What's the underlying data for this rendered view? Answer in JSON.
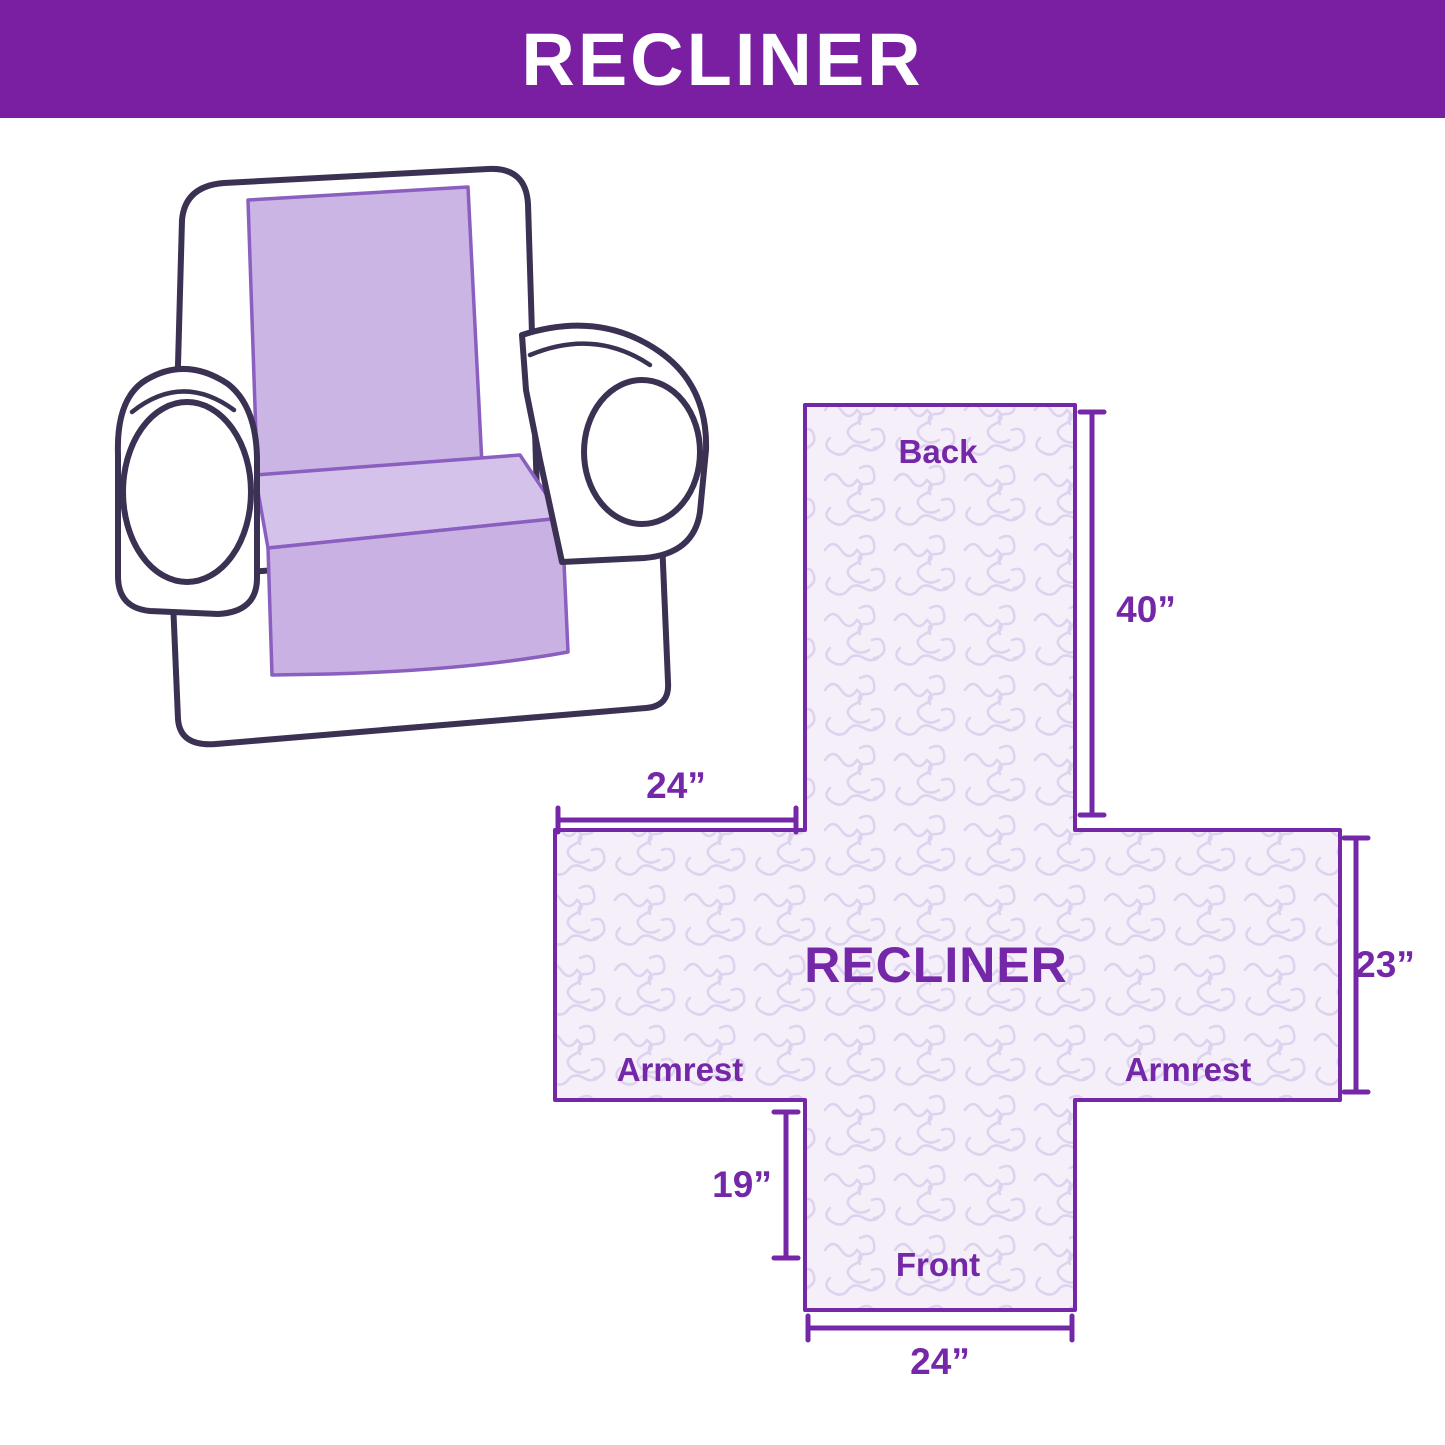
{
  "header": {
    "title": "RECLINER",
    "bg_color": "#7b1fa2",
    "text_color": "#ffffff"
  },
  "chair": {
    "cover_color": "#cbb5e5",
    "seat_color": "#d4c2eb",
    "skirt_color": "#c9b2e3",
    "outline_color": "#3a3153",
    "body_color": "#ffffff"
  },
  "diagram": {
    "center_label": "RECLINER",
    "back_label": "Back",
    "front_label": "Front",
    "armrest_left_label": "Armrest",
    "armrest_right_label": "Armrest",
    "measurements": {
      "back_height": "40”",
      "armrest_width": "24”",
      "side_height": "23”",
      "front_drop": "19”",
      "front_width": "24”"
    },
    "colors": {
      "line": "#7428a8",
      "fill": "#f4eff9",
      "pattern": "#ded2ef"
    }
  }
}
